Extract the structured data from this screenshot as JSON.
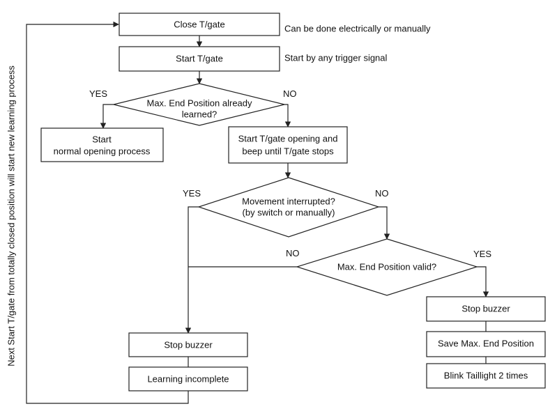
{
  "steps": {
    "close": "Close T/gate",
    "start": "Start T/gate",
    "decision1": [
      "Max. End Position already",
      "learned?"
    ],
    "normal": [
      "Start",
      "normal opening process"
    ],
    "opening": [
      "Start T/gate opening and",
      "beep until T/gate stops"
    ],
    "decision2": [
      "Movement interrupted?",
      "(by switch or manually)"
    ],
    "decision3": "Max. End Position valid?",
    "stop_left": "Stop buzzer",
    "incomplete": "Learning incomplete",
    "stop_right": "Stop buzzer",
    "save": "Save Max. End Position",
    "blink": "Blink Taillight 2 times"
  },
  "notes": {
    "close": "Can be done electrically or manually",
    "start": "Start by any trigger signal",
    "side": "Next Start T/gate from totally closed position will start new learning process"
  },
  "branches": {
    "d1_yes": "YES",
    "d1_no": "NO",
    "d2_yes": "YES",
    "d2_no": "NO",
    "d3_no": "NO",
    "d3_yes": "YES"
  }
}
